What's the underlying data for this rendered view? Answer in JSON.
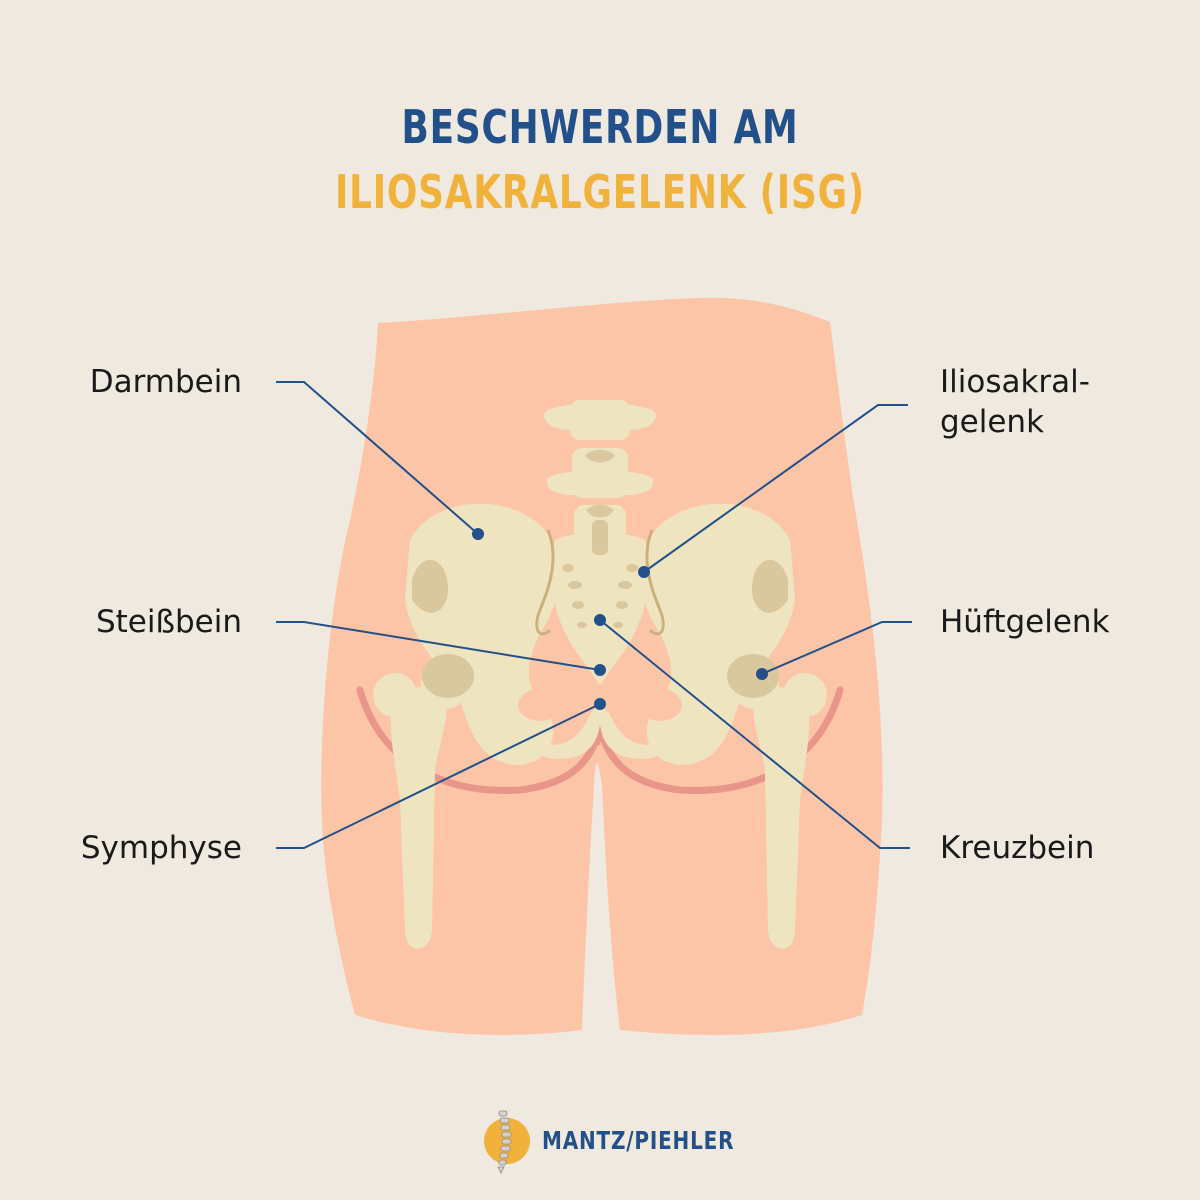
{
  "title": {
    "line1": "BESCHWERDEN AM",
    "line2": "ILIOSAKRALGELENK (ISG)"
  },
  "labels": {
    "darmbein": "Darmbein",
    "steissbein": "Steißbein",
    "symphyse": "Symphyse",
    "iliosakral_line1": "Iliosakral-",
    "iliosakral_line2": "gelenk",
    "hueftgelenk": "Hüftgelenk",
    "kreuzbein": "Kreuzbein"
  },
  "logo": {
    "text": "MANTZ/PIEHLER",
    "icon": "spine-icon"
  },
  "colors": {
    "background": "#f0e9df",
    "title_primary": "#22508a",
    "title_accent": "#f1b23b",
    "skin": "#fdc5a8",
    "skin_shadow": "#e9968a",
    "bone": "#efe4c0",
    "bone_shadow": "#d9c79e",
    "bone_outline": "#c9b17c",
    "leader_line": "#22508a"
  }
}
